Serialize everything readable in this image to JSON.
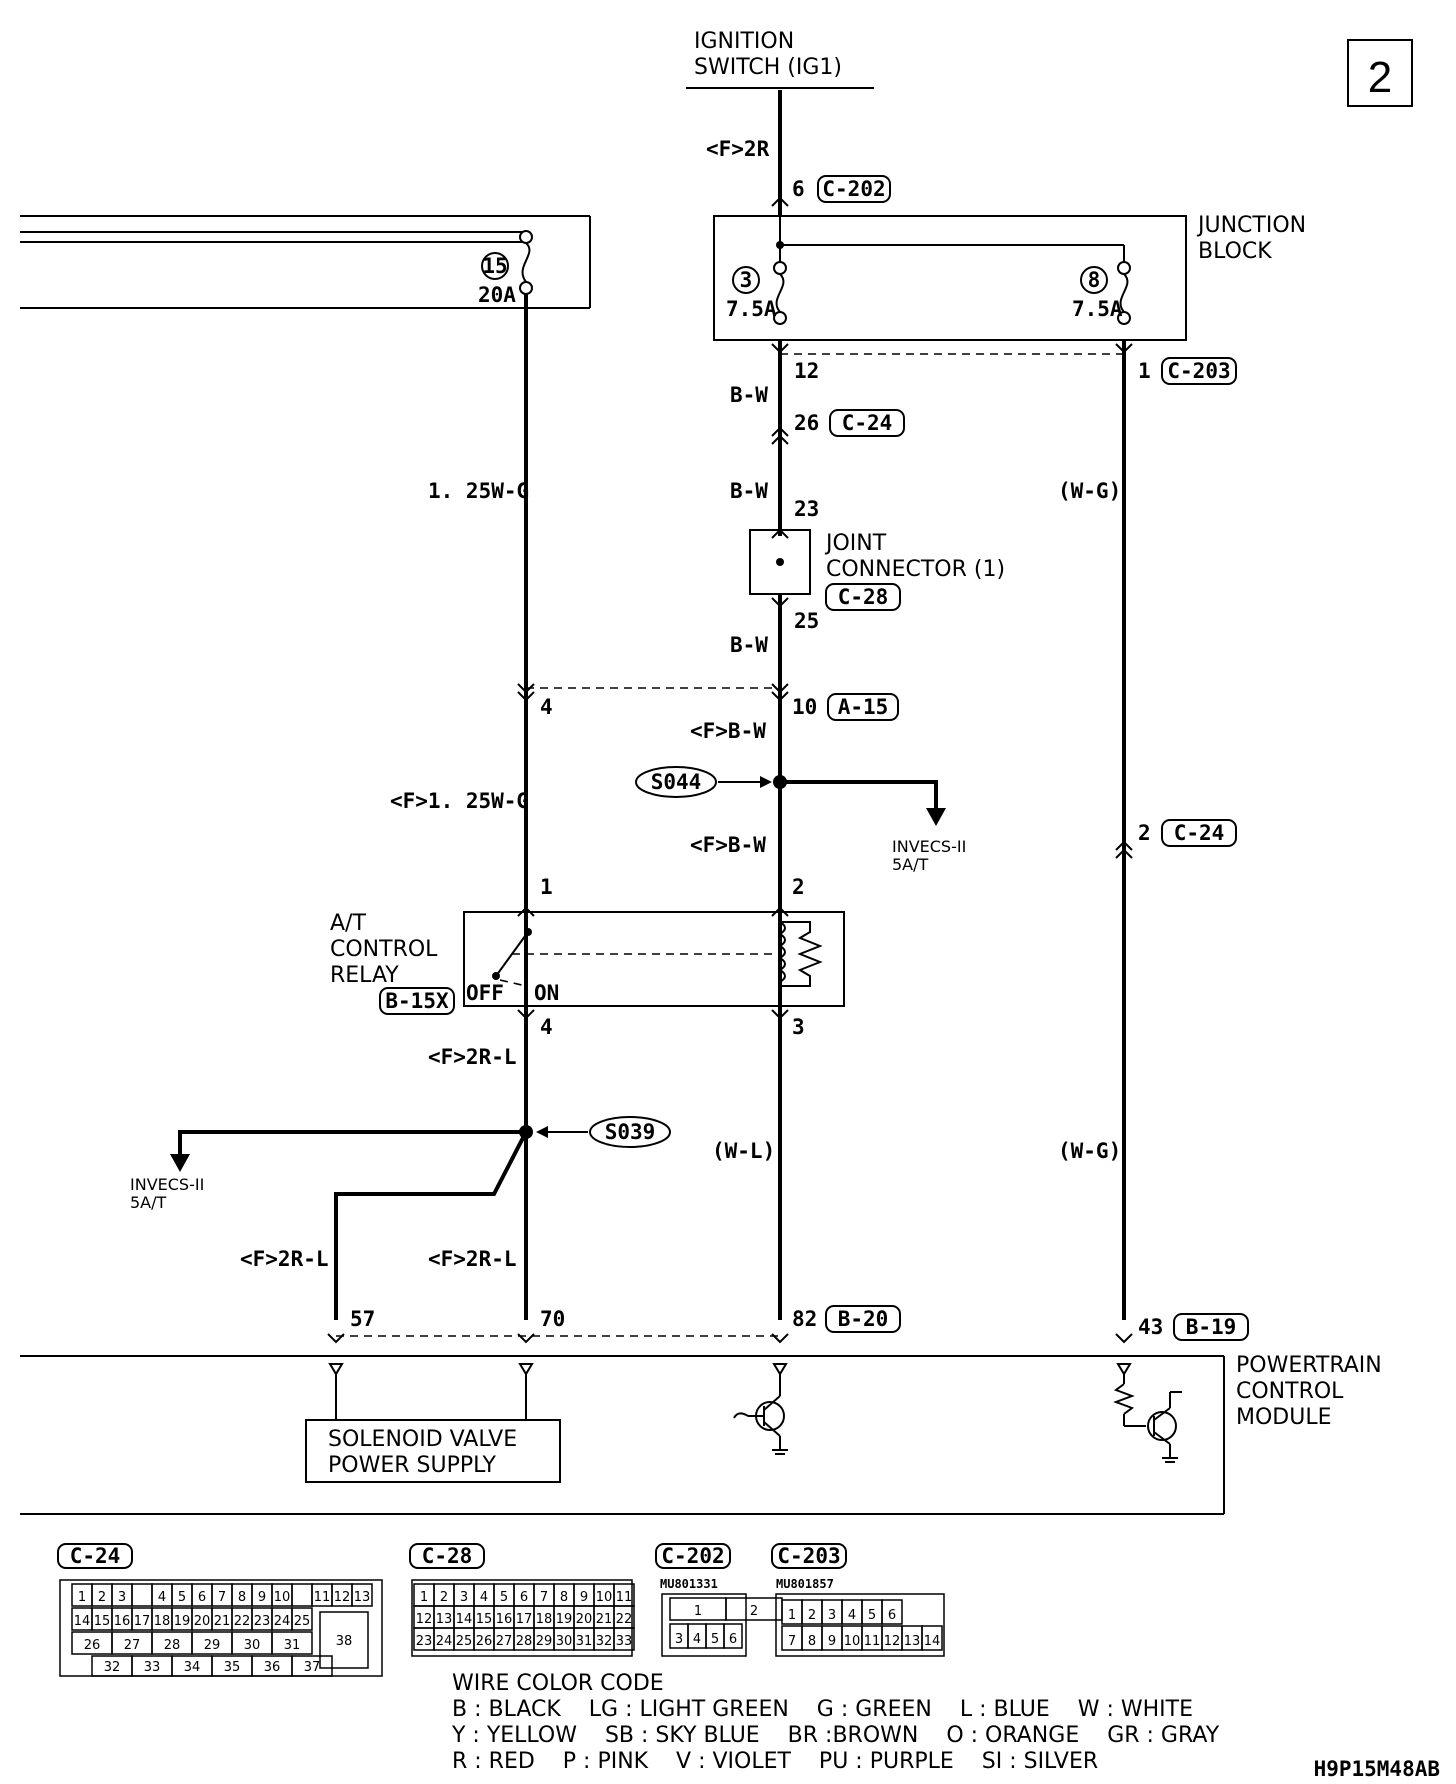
{
  "page_number": "2",
  "figure_code": "H9P15M48AB",
  "source": {
    "label_line1": "IGNITION",
    "label_line2": "SWITCH (IG1)",
    "wire": "<F>2R"
  },
  "junction_block": {
    "title_line1": "JUNCTION",
    "title_line2": "BLOCK",
    "fuse_left": {
      "number": "3",
      "rating": "7.5A"
    },
    "fuse_right": {
      "number": "8",
      "rating": "7.5A"
    }
  },
  "fuse_15": {
    "number": "15",
    "rating": "20A"
  },
  "connectors": {
    "c202_pin": "6",
    "c202": "C-202",
    "c203_pin": "1",
    "c203": "C-203",
    "jb_out_pin": "12",
    "c24_pin_a": "26",
    "c24": "C-24",
    "c24_pin_b": "2",
    "jc_pin_in": "23",
    "jc_pin_out": "25",
    "c28": "C-28",
    "a15_pin_left": "4",
    "a15_pin_right": "10",
    "a15": "A-15",
    "relay_pin1": "1",
    "relay_pin2": "2",
    "relay_pin3": "3",
    "relay_pin4": "4",
    "b15x": "B-15X",
    "pcm_pin57": "57",
    "pcm_pin70": "70",
    "pcm_pin82": "82",
    "b20": "B-20",
    "pcm_pin43": "43",
    "b19": "B-19"
  },
  "wires": {
    "bw1": "B-W",
    "bw2": "B-W",
    "bw3": "B-W",
    "fbw1": "<F>B-W",
    "fbw2": "<F>B-W",
    "w125wg": "1. 25W-G",
    "f125wg": "<F>1. 25W-G",
    "wg1": "(W-G)",
    "wg2": "(W-G)",
    "f2rl_a": "<F>2R-L",
    "f2rl_b": "<F>2R-L",
    "f2rl_c": "<F>2R-L",
    "wl": "(W-L)"
  },
  "joint_connector": {
    "line1": "JOINT",
    "line2": "CONNECTOR (1)"
  },
  "splices": {
    "s044": "S044",
    "s039": "S039"
  },
  "branches": {
    "invecs_right_line1": "INVECS-II",
    "invecs_right_line2": "5A/T",
    "invecs_left_line1": "INVECS-II",
    "invecs_left_line2": "5A/T"
  },
  "relay": {
    "line1": "A/T",
    "line2": "CONTROL",
    "line3": "RELAY",
    "off": "OFF",
    "on": "ON"
  },
  "pcm": {
    "line1": "POWERTRAIN",
    "line2": "CONTROL",
    "line3": "MODULE",
    "solenoid_line1": "SOLENOID VALVE",
    "solenoid_line2": "POWER SUPPLY"
  },
  "connector_views": {
    "c24": "C-24",
    "c28": "C-28",
    "c202": "C-202",
    "c203": "C-203",
    "c202_part": "MU801331",
    "c203_part": "MU801857",
    "c24_rows": [
      [
        "1",
        "2",
        "3",
        "",
        "4",
        "5",
        "6",
        "7",
        "8",
        "9",
        "10",
        "",
        "11",
        "12",
        "13"
      ],
      [
        "14",
        "15",
        "16",
        "17",
        "18",
        "19",
        "20",
        "21",
        "22",
        "23",
        "24",
        "25"
      ],
      [
        "26",
        "27",
        "28",
        "29",
        "30",
        "31"
      ],
      [
        "32",
        "33",
        "34",
        "35",
        "36",
        "37"
      ]
    ],
    "c24_big_pin": "38",
    "c28_rows": [
      [
        "1",
        "2",
        "3",
        "4",
        "5",
        "6",
        "7",
        "8",
        "9",
        "10",
        "11"
      ],
      [
        "12",
        "13",
        "14",
        "15",
        "16",
        "17",
        "18",
        "19",
        "20",
        "21",
        "22"
      ],
      [
        "23",
        "24",
        "25",
        "26",
        "27",
        "28",
        "29",
        "30",
        "31",
        "32",
        "33"
      ]
    ],
    "c202_rows": [
      [
        "1",
        "2"
      ],
      [
        "3",
        "4",
        "5",
        "6"
      ]
    ],
    "c203_rows": [
      [
        "1",
        "2",
        "3",
        "4",
        "5",
        "6"
      ],
      [
        "7",
        "8",
        "9",
        "10",
        "11",
        "12",
        "13",
        "14"
      ]
    ]
  },
  "wire_color_code": {
    "title": "WIRE COLOR CODE",
    "line1": "B : BLACK    LG : LIGHT GREEN    G : GREEN    L : BLUE    W : WHITE",
    "line2": "Y : YELLOW    SB : SKY BLUE    BR :BROWN    O : ORANGE    GR : GRAY",
    "line3": "R : RED    P : PINK    V : VIOLET    PU : PURPLE    SI : SILVER"
  }
}
